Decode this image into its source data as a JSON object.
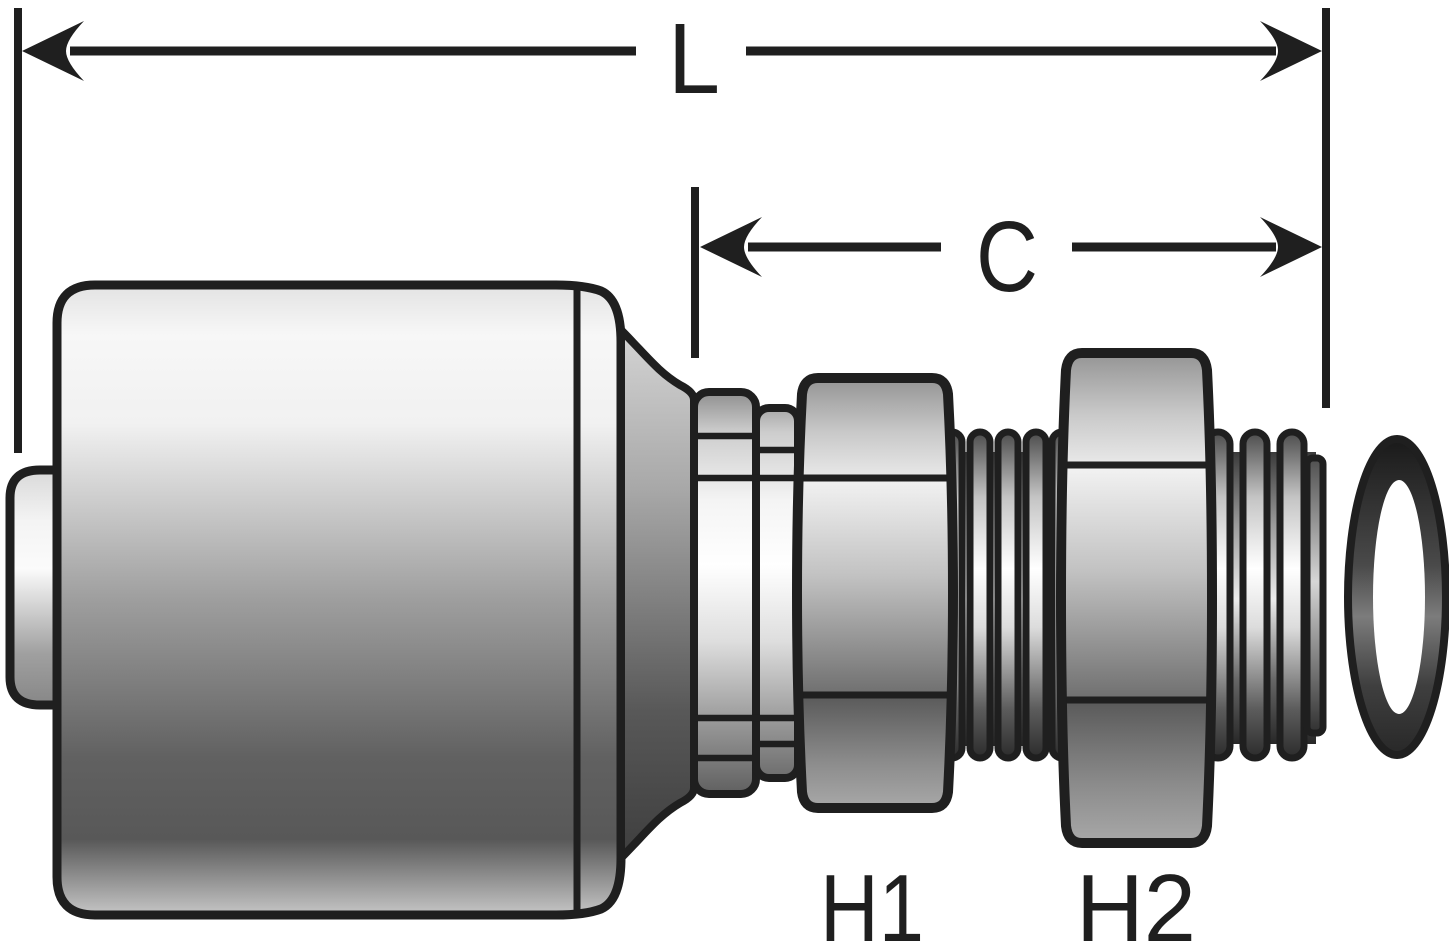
{
  "labels": {
    "overall_length": "L",
    "cutoff_length": "C",
    "hex1": "H1",
    "hex2": "H2"
  },
  "colors": {
    "line": "#1f1f1f",
    "background": "#ffffff",
    "metal_highlight": "#ffffff",
    "metal_shadow": "#3e3e3e"
  }
}
